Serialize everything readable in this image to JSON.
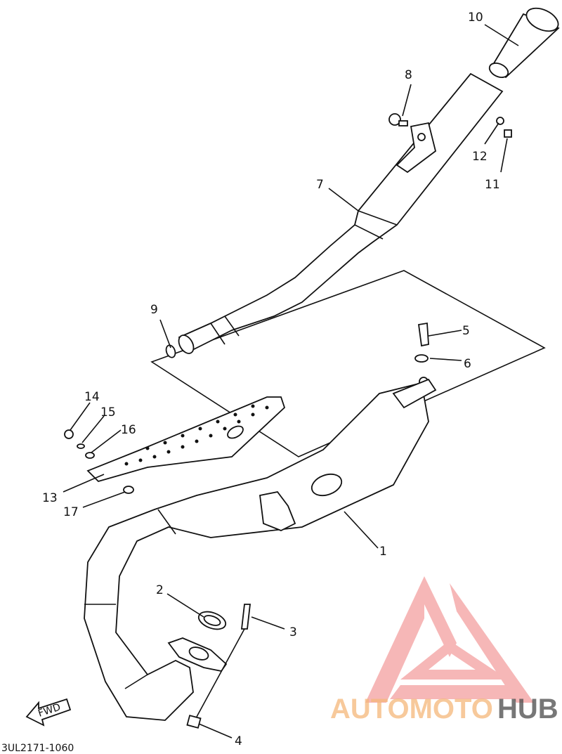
{
  "diagram": {
    "code": "3UL2171-1060",
    "fwd_label": "FWD",
    "labels": [
      "1",
      "2",
      "3",
      "4",
      "5",
      "6",
      "7",
      "8",
      "9",
      "10",
      "11",
      "12",
      "13",
      "14",
      "15",
      "16",
      "17"
    ]
  },
  "watermark": {
    "part1": "AUTOMOTO",
    "part2": "HUB",
    "color_accent": "#ef7d7d",
    "color_text": "#f5b77a",
    "color_dark": "#4a4a4a"
  }
}
